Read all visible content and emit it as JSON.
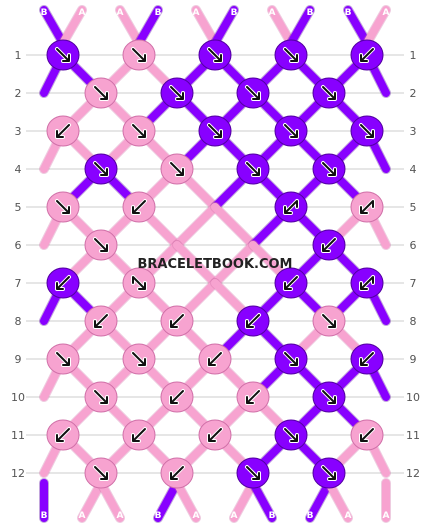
{
  "colors": {
    "A": "#f7a3d0",
    "B": "#8800ff",
    "A_edge": "#d070a8",
    "B_edge": "#5200a0"
  },
  "watermark": "BRACELETBOOK.COM",
  "strands_top": [
    "B",
    "A",
    "A",
    "B",
    "A",
    "B",
    "A",
    "B",
    "B",
    "A"
  ],
  "strands_bottom": [
    "B",
    "A",
    "A",
    "B",
    "A",
    "A",
    "B",
    "B",
    "A",
    "A"
  ],
  "rows": [
    {
      "label": "1",
      "knots": [
        {
          "c": "B",
          "d": "fr"
        },
        {
          "c": "A",
          "d": "fr"
        },
        {
          "c": "B",
          "d": "fr"
        },
        {
          "c": "B",
          "d": "fr"
        },
        {
          "c": "B",
          "d": "fl"
        }
      ]
    },
    {
      "label": "2",
      "knots": [
        {
          "c": "A",
          "d": "fr"
        },
        {
          "c": "B",
          "d": "fr"
        },
        {
          "c": "B",
          "d": "fr"
        },
        {
          "c": "B",
          "d": "fr"
        }
      ]
    },
    {
      "label": "3",
      "knots": [
        {
          "c": "A",
          "d": "fl"
        },
        {
          "c": "A",
          "d": "fr"
        },
        {
          "c": "B",
          "d": "fr"
        },
        {
          "c": "B",
          "d": "fr"
        },
        {
          "c": "B",
          "d": "fr"
        }
      ]
    },
    {
      "label": "4",
      "knots": [
        {
          "c": "B",
          "d": "fr"
        },
        {
          "c": "A",
          "d": "fr"
        },
        {
          "c": "B",
          "d": "fr"
        },
        {
          "c": "B",
          "d": "fr"
        }
      ]
    },
    {
      "label": "5",
      "knots": [
        {
          "c": "A",
          "d": "fr"
        },
        {
          "c": "A",
          "d": "fl"
        },
        null,
        {
          "c": "B",
          "d": "bl"
        },
        {
          "c": "A",
          "d": "bl"
        }
      ]
    },
    {
      "label": "6",
      "knots": [
        {
          "c": "A",
          "d": "fr"
        },
        null,
        null,
        {
          "c": "B",
          "d": "fl"
        }
      ]
    },
    {
      "label": "7",
      "knots": [
        {
          "c": "B",
          "d": "fl"
        },
        {
          "c": "A",
          "d": "br"
        },
        null,
        {
          "c": "B",
          "d": "fl"
        },
        {
          "c": "B",
          "d": "bl"
        }
      ]
    },
    {
      "label": "8",
      "knots": [
        {
          "c": "A",
          "d": "fl"
        },
        {
          "c": "A",
          "d": "fl"
        },
        {
          "c": "B",
          "d": "fl"
        },
        {
          "c": "A",
          "d": "fr"
        }
      ]
    },
    {
      "label": "9",
      "knots": [
        {
          "c": "A",
          "d": "fr"
        },
        {
          "c": "A",
          "d": "fr"
        },
        {
          "c": "A",
          "d": "fl"
        },
        {
          "c": "B",
          "d": "fr"
        },
        {
          "c": "B",
          "d": "fl"
        }
      ]
    },
    {
      "label": "10",
      "knots": [
        {
          "c": "A",
          "d": "fr"
        },
        {
          "c": "A",
          "d": "fl"
        },
        {
          "c": "A",
          "d": "fl"
        },
        {
          "c": "B",
          "d": "fr"
        }
      ]
    },
    {
      "label": "11",
      "knots": [
        {
          "c": "A",
          "d": "fl"
        },
        {
          "c": "A",
          "d": "fl"
        },
        {
          "c": "A",
          "d": "fl"
        },
        {
          "c": "B",
          "d": "fr"
        },
        {
          "c": "A",
          "d": "fl"
        }
      ]
    },
    {
      "label": "12",
      "knots": [
        {
          "c": "A",
          "d": "fr"
        },
        {
          "c": "A",
          "d": "fl"
        },
        {
          "c": "B",
          "d": "fr"
        },
        {
          "c": "B",
          "d": "fr"
        }
      ]
    }
  ]
}
